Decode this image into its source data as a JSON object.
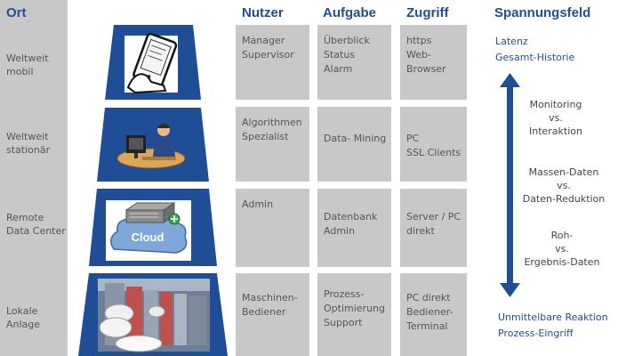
{
  "headers": {
    "ort": "Ort",
    "nutzer": "Nutzer",
    "aufgabe": "Aufgabe",
    "zugriff": "Zugriff",
    "spannungsfeld": "Spannungsfeld"
  },
  "rows": [
    {
      "ort": "Weltweit\nmobil",
      "nutzer": "Manager\nSupervisor",
      "aufgabe": "Überblick\nStatus\nAlarm",
      "zugriff": "https\nWeb-\nBrowser",
      "icon": "tablet-hand-icon"
    },
    {
      "ort": "Weltweit\nstationär",
      "nutzer": "Algorithmen\nSpezialist",
      "aufgabe": "Data- Mining",
      "zugriff": "PC\nSSL Clients",
      "icon": "workstation-person-icon"
    },
    {
      "ort": "Remote\nData Center",
      "nutzer": "Admin",
      "aufgabe": "Datenbank\nAdmin",
      "zugriff": "Server / PC\ndirekt",
      "icon": "cloud-server-icon",
      "icon_label": "Cloud"
    },
    {
      "ort": "Lokale\nAnlage",
      "nutzer": "Maschinen-\nBediener",
      "aufgabe": "Prozess-\nOptimierung\nSupport",
      "zugriff": "PC direkt\nBediener-\nTerminal",
      "icon": "factory-machine-icon"
    }
  ],
  "spannungsfeld": {
    "top_label": "Latenz\nGesamt-Historie",
    "bottom_label": "Unmittelbare Reaktion\nProzess-Eingriff",
    "pairs": [
      "Monitoring\nvs.\nInteraktion",
      "Massen-Daten\nvs.\nDaten-Reduktion",
      "Roh-\nvs.\nErgebnis-Daten"
    ]
  },
  "colors": {
    "navy": "#1f4e96",
    "gray_cell": "#c8c8c8",
    "cell_text": "#555555"
  }
}
